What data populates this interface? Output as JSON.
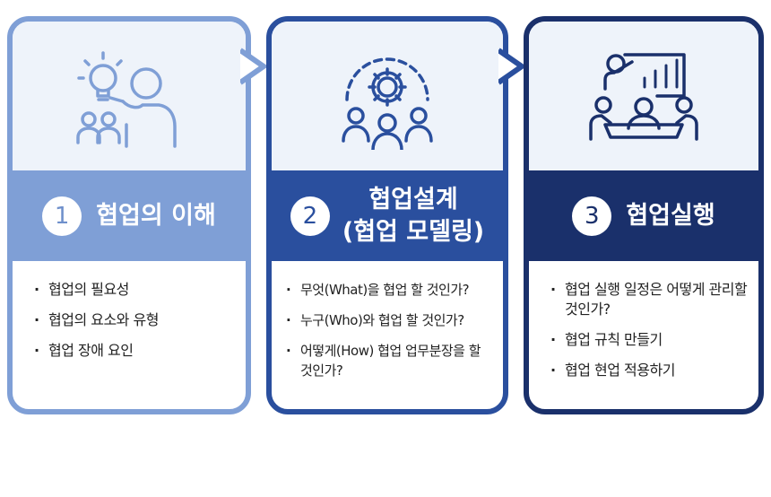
{
  "steps": [
    {
      "number": "1",
      "title_line1": "협업의 이해",
      "icon": "idea-people-icon",
      "bullets": [
        "협업의 필요성",
        "협업의 요소와 유형",
        "협업 장애 요인"
      ]
    },
    {
      "number": "2",
      "title_line1": "협업설계",
      "title_line2": "(협업 모델링)",
      "icon": "gear-team-icon",
      "bullets": [
        "무엇(What)을 협업 할 것인가?",
        "누구(Who)와 협업 할 것인가?",
        "어떻게(How) 협업 업무분장을 할 것인가?"
      ]
    },
    {
      "number": "3",
      "title_line1": "협업실행",
      "icon": "meeting-presentation-icon",
      "bullets": [
        "협업 실행 일정은 어떻게 관리할 것인가?",
        "협업 규칙 만들기",
        "협업 현업 적용하기"
      ]
    }
  ],
  "colors": {
    "step1": "#7f9fd6",
    "step2": "#2a4f9e",
    "step3": "#1a306b",
    "icon_bg": "#eef3fa"
  }
}
